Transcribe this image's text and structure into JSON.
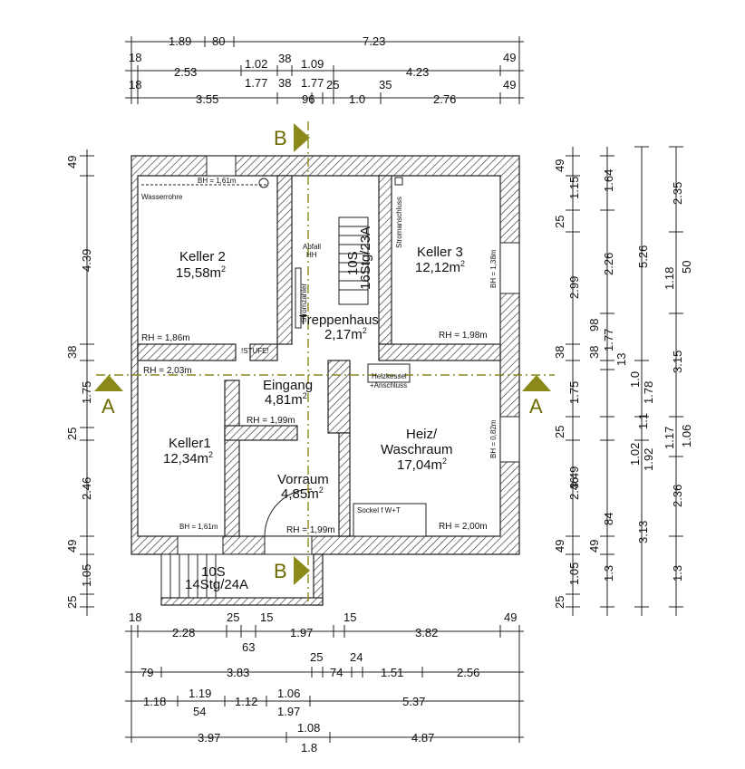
{
  "dimensions": {
    "top": [
      [
        "1.89",
        "80",
        "7.23"
      ],
      [
        "18",
        "2.53",
        "1.02",
        "38",
        "1.09",
        "4.23",
        "49"
      ],
      [
        "1.77",
        "38",
        "1.77"
      ],
      [
        "18",
        "3.55",
        "96",
        "25",
        "1.0",
        "35",
        "2.76",
        "49"
      ]
    ],
    "left": [
      "49",
      "4.39",
      "38",
      "1.75",
      "25",
      "2.46",
      "49",
      "1.05",
      "25"
    ],
    "right_col1": [
      "49",
      "1.15",
      "25",
      "2.99",
      "38",
      "1.75",
      "25",
      "3.49",
      "49",
      "2.46",
      "1.05",
      "84",
      "25"
    ],
    "right_col2": [
      "1.64",
      "2.26",
      "98",
      "38",
      "1.77",
      "13",
      "1.0",
      "1.1",
      "1.02",
      "1.92",
      "1.3",
      "49"
    ],
    "right_col3": [
      "5.26",
      "1.78",
      "3.13"
    ],
    "right_col4": [
      "2.35",
      "1.18",
      "50",
      "3.15",
      "1.17",
      "1.06",
      "2.36",
      "1.3"
    ],
    "bottom": [
      [
        "18",
        "2.28",
        "25",
        "15",
        "1.97",
        "15",
        "3.82",
        "49"
      ],
      [
        "63"
      ],
      [
        "25",
        "24"
      ],
      [
        "79",
        "3.83",
        "74",
        "1.51",
        "2.56"
      ],
      [
        "1.18",
        "1.19",
        "1.12",
        "1.06",
        "5.37"
      ],
      [
        "54",
        "1.97"
      ],
      [
        "3.97",
        "1.08",
        "4.87"
      ],
      [
        "1.8"
      ]
    ]
  },
  "rooms": {
    "keller2": {
      "name": "Keller 2",
      "area": "15,58m",
      "sup": "2"
    },
    "keller3": {
      "name": "Keller 3",
      "area": "12,12m",
      "sup": "2"
    },
    "treppenhaus": {
      "name": "Treppenhaus",
      "area": "2,17m",
      "sup": "2"
    },
    "eingang": {
      "name": "Eingang",
      "area": "4,81m",
      "sup": "2"
    },
    "keller1": {
      "name": "Keller1",
      "area": "12,34m",
      "sup": "2"
    },
    "heiz": {
      "name": "Heiz/",
      "name2": "Waschraum",
      "area": "17,04m",
      "sup": "2"
    },
    "vorraum": {
      "name": "Vorraum",
      "area": "4,85m",
      "sup": "2"
    }
  },
  "labels": {
    "bh_keller2": "BH = 1,61m",
    "wasserrohre": "Wasserrohre",
    "rh_keller2": "RH = 1,86m",
    "stufe": "!STUFE!",
    "rh_203": "RH = 2,03m",
    "rh_199a": "RH = 1,99m",
    "rh_199b": "RH = 1,99m",
    "bh_keller1": "BH = 1,61m",
    "rh_keller3": "RH = 1,98m",
    "bh_138": "BH = 1,38m",
    "bh_082": "BH = 0,82m",
    "rh_200": "RH = 2,00m",
    "stromanschluss": "Stromanschluss",
    "abfall": "Abfall",
    "hh": "HH",
    "stair_top": "10S",
    "stair_top2": "16Stg/23A",
    "stair_bottom": "10S",
    "stair_bottom2": "14Stg/24A",
    "zaehler": "Stromzähler",
    "heizkessel": "Heizkessel",
    "anschluss": "+Anschluss",
    "sockel": "Sockel f W+T"
  },
  "sections": {
    "a_left": "A",
    "a_right": "A",
    "b_top": "B",
    "b_bottom": "B"
  },
  "colors": {
    "section_line": "#8a8a1a",
    "wall_hatch": "#333333"
  }
}
